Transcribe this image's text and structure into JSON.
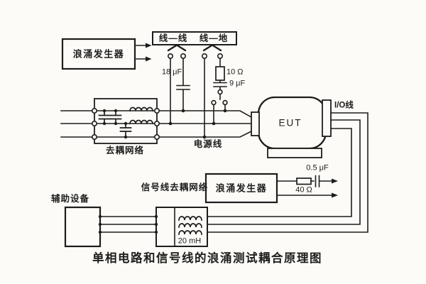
{
  "figure": {
    "caption": "单相电路和信号线的浪涌测试耦合原理图",
    "background": "#fcfbf8",
    "ink": "#1d1d1b"
  },
  "labels": {
    "surge_generator_main": "浪涌发生器",
    "selector_line_line": "线—线",
    "selector_line_ground": "线—地",
    "coupling_cap_18uf": "18 μF",
    "coupling_resistor_10ohm": "10 Ω",
    "coupling_cap_9uf": "9 μF",
    "decoupling_network": "去耦网络",
    "power_line": "电源线",
    "eut": "EUT",
    "io_line": "I/O线",
    "signal_cap_05uf": "0.5 μF",
    "signal_resistor_40ohm": "40 Ω",
    "surge_generator_signal": "浪涌发生器",
    "signal_decoupling_network": "信号线去耦网络",
    "auxiliary_equipment": "辅助设备",
    "inductor_20mh": "20 mH"
  }
}
